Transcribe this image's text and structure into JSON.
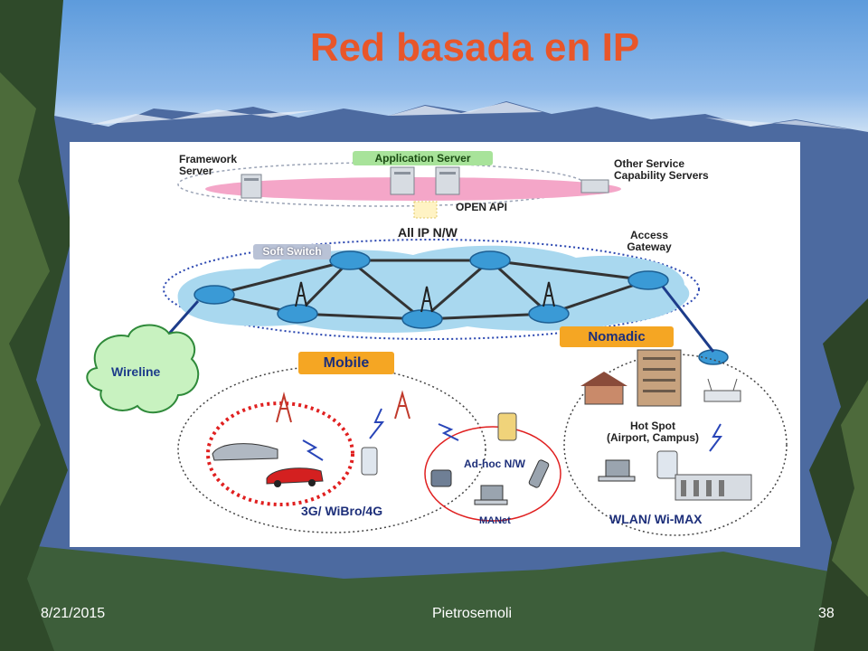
{
  "title": "Red basada en IP",
  "diagram": {
    "framework_server": "Framework\nServer",
    "application_server": "Application Server",
    "other_servers": "Other Service\nCapability Servers",
    "open_api": "OPEN API",
    "all_ip": "All IP N/W",
    "soft_switch": "Soft Switch",
    "access_gateway": "Access\nGateway",
    "wireline": "Wireline",
    "mobile": "Mobile",
    "nomadic": "Nomadic",
    "hot_spot": "Hot Spot\n(Airport, Campus)",
    "adhoc": "Ad-hoc N/W",
    "manet": "MANet",
    "mobile_tech": "3G/ WiBro/4G",
    "wlan": "WLAN/ Wi-MAX"
  },
  "footer": {
    "date": "8/21/2015",
    "author": "Pietrosemoli",
    "page": "38"
  },
  "colors": {
    "title": "#e8562a",
    "label_box_green": "#a8e39a",
    "label_box_orange": "#f5a623",
    "soft_switch_box": "#b9c2d6",
    "ip_cloud": "#a9d8ef",
    "server_ring": "#f4a6c8",
    "wireline_cloud": "#c8f2c0"
  }
}
